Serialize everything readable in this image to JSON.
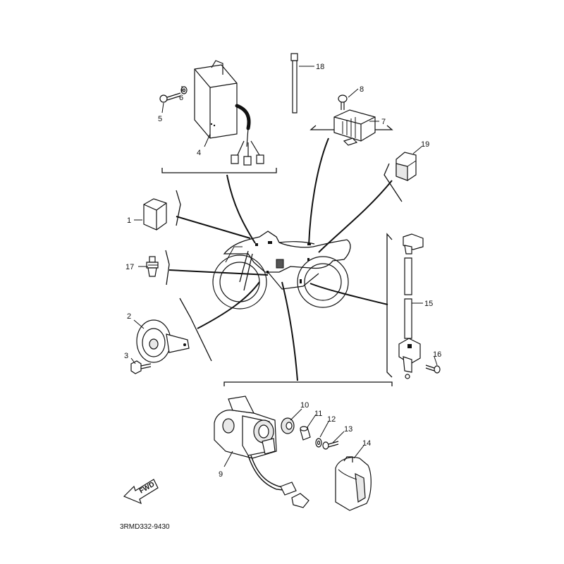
{
  "diagram": {
    "catalog_code": "3RMD332-9430",
    "fwd_label": "FWD",
    "part_numbers": [
      "1",
      "2",
      "3",
      "4",
      "5",
      "6",
      "7",
      "8",
      "9",
      "10",
      "11",
      "12",
      "13",
      "14",
      "15",
      "16",
      "17",
      "18",
      "19"
    ]
  }
}
